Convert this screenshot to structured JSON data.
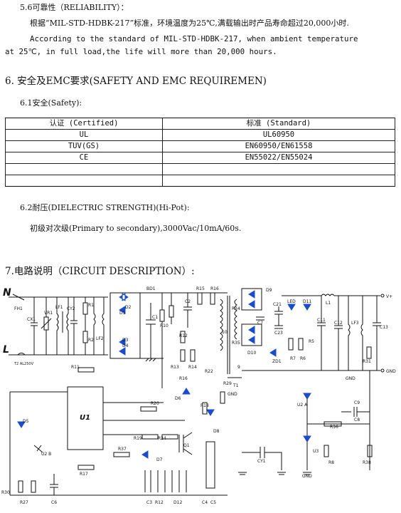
{
  "reliability": {
    "heading": "5.6可靠性（RELIABILITY）：",
    "cn_text": "根据“MIL-STD-HDBK-217”标准，环境温度为25℃,满载输出时产品寿命超过20,000小时.",
    "en_line1": "According to the standard of MIL-STD-HDBK-217, when ambient temperature",
    "en_line2": "at 25℃,  in full load,the life will more than  20,000 hours."
  },
  "section6": {
    "heading": "6. 安全及EMC要求(SAFETY AND EMC REQUIREMEN)",
    "safety_heading": "6.1安全(Safety):",
    "table": {
      "headers": [
        "认证 (Certified)",
        "标准 (Standard)"
      ],
      "rows": [
        [
          "UL",
          "UL60950"
        ],
        [
          "TUV(GS)",
          "EN60950/EN61558"
        ],
        [
          "CE",
          "EN55022/EN55024"
        ],
        [
          "",
          ""
        ],
        [
          "",
          ""
        ]
      ]
    },
    "hipot_heading": "6.2耐压(DIELECTRIC STRENGTH)(Hi-Pot):",
    "hipot_text": "初级对次级(Primary to secondary),3000Vac/10mA/60s."
  },
  "section7": {
    "heading": "7.电路说明（CIRCUIT DESCRIPTION）:"
  },
  "schematic": {
    "input_n": "N",
    "input_l": "L",
    "labels": {
      "fh1": "FH1",
      "fuse": "T2 AL250V",
      "cx1": "CX1",
      "vr1": "VR1",
      "lf1": "LF1",
      "cy2": "CY2",
      "r1": "R1",
      "r2": "R2",
      "lf2": "LF2",
      "bd1": "BD1",
      "d1": "D1",
      "d2": "D2",
      "d3": "D3",
      "d4": "D4",
      "c1": "C1",
      "r10": "R10",
      "r11": "R11",
      "r12": "R12",
      "r13": "R13",
      "r14": "R14",
      "r15": "R15",
      "r16": "R16",
      "r17": "R17",
      "r18": "R18",
      "r19": "R19",
      "r20": "R20",
      "r22": "R22",
      "r24": "R24",
      "r27": "R27",
      "r29": "R29",
      "r30": "R30",
      "r31": "R31",
      "r34": "R34",
      "r35": "R35",
      "r36": "R36",
      "r37": "R37",
      "r38": "R38",
      "c2": "C2",
      "c3": "C3",
      "c4": "C4",
      "c5": "C5",
      "c6": "C6",
      "c7": "C7",
      "c8": "C8",
      "c9": "C9",
      "c11": "C11",
      "c12": "C12",
      "c13": "C13",
      "c21": "C21",
      "c23": "C23",
      "d5": "D5",
      "d6": "D6",
      "d7": "D7",
      "d8": "D8",
      "d9": "D9",
      "d10": "D10",
      "d11": "D11",
      "d12": "D12",
      "zd1": "ZD1",
      "led": "LED",
      "l1": "L1",
      "lf3": "LF3",
      "u1": "U1",
      "u2a": "U2 A",
      "u2b": "U2 B",
      "u3": "U3",
      "q1": "Q1",
      "t1": "T1",
      "cy1": "CY1",
      "r5": "R5",
      "r6": "R6",
      "r7": "R7",
      "r8": "R8",
      "vplus": "V+",
      "gnd_out": "GND",
      "gnd1": "GND",
      "gnd2": "GND",
      "gnd3": "GND",
      "n10": "10",
      "n9": "9"
    }
  }
}
